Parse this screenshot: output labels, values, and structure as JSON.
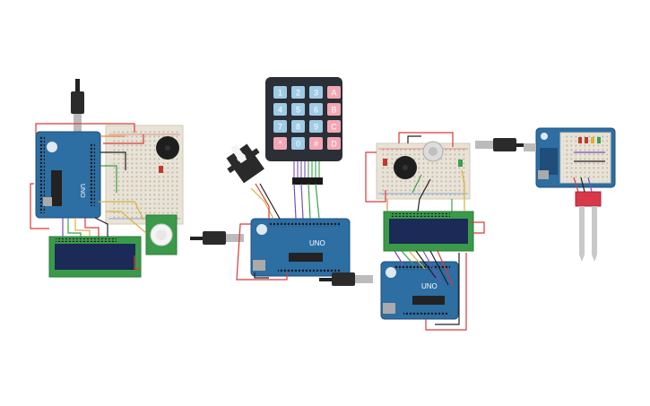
{
  "canvas": {
    "background": "#ffffff"
  },
  "colors": {
    "arduino_board": "#2d6ea3",
    "arduino_dark": "#1f4e7a",
    "breadboard": "#e8e3d6",
    "lcd_pcb": "#3a9a4a",
    "lcd_screen": "#1b2a56",
    "keypad_body": "#2b2f36",
    "key_digit": "#9fcbe6",
    "key_letter": "#f3a7b4",
    "wire_red": "#d93a3a",
    "wire_black": "#222222",
    "wire_green": "#3aa14a",
    "wire_yellow": "#d8b23a",
    "wire_purple": "#7a4fb8",
    "wire_orange": "#e08a3a",
    "usb_plug": "#555555"
  },
  "keypad": {
    "rows": [
      [
        "1",
        "2",
        "3",
        "A"
      ],
      [
        "4",
        "5",
        "6",
        "B"
      ],
      [
        "7",
        "8",
        "9",
        "C"
      ],
      [
        "*",
        "0",
        "#",
        "D"
      ]
    ]
  },
  "arduino": {
    "logo_text": "UNO"
  },
  "components": [
    "arduino-uno-1",
    "breadboard-1",
    "buzzer-1",
    "lcd-1",
    "pir-sensor",
    "servo",
    "keypad",
    "arduino-uno-2",
    "breadboard-2",
    "buzzer-2",
    "lcd-2",
    "arduino-uno-3",
    "arduino-uno-4",
    "soil-moisture-sensor"
  ]
}
